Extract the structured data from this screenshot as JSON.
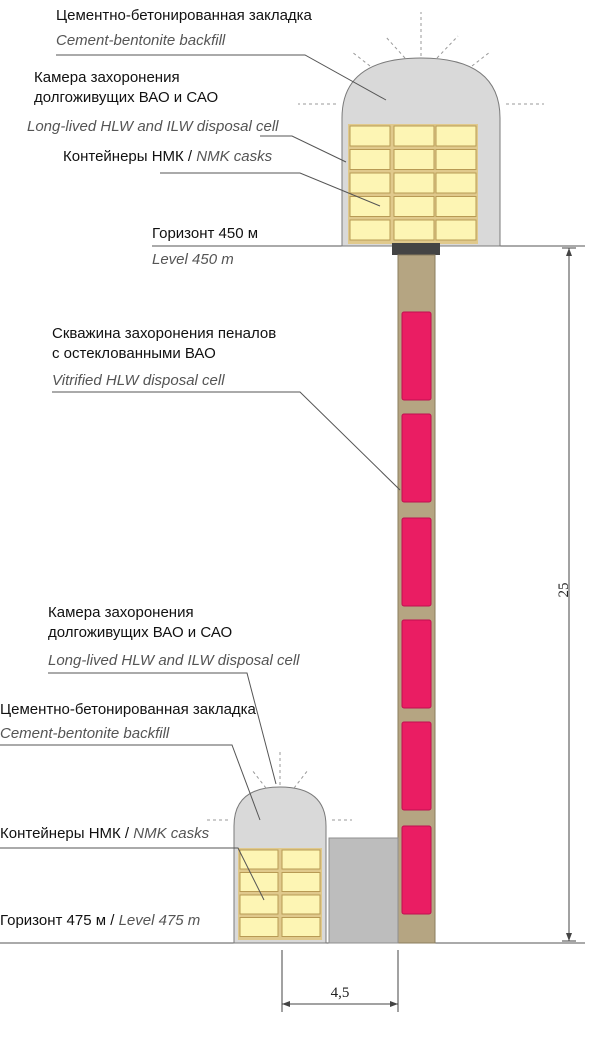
{
  "colors": {
    "chamber_fill": "#d9d9d9",
    "chamber_stroke": "#7a7a7a",
    "cask_fill": "#fdf5b4",
    "cask_stroke": "#b89a54",
    "shaft_fill": "#b5a582",
    "canister_fill": "#ea1d63",
    "plug_fill": "#444444",
    "leader": "#555555"
  },
  "labels": {
    "top_backfill_ru": "Цементно-бетонированная закладка",
    "top_backfill_en": "Cement-bentonite backfill",
    "top_cell_ru_1": "Камера захоронения",
    "top_cell_ru_2": "долгоживущих ВАО и САО",
    "top_cell_en": "Long-lived HLW and ILW disposal cell",
    "top_casks_ru": "Контейнеры  НМК / ",
    "top_casks_en": "NMK casks",
    "level450_ru": "Горизонт 450 м",
    "level450_en": "Level 450 m",
    "borehole_ru_1": "Скважина захоронения пеналов",
    "borehole_ru_2": "с остеклованными ВАО",
    "borehole_en": "Vitrified HLW disposal cell",
    "bot_cell_ru_1": "Камера захоронения",
    "bot_cell_ru_2": "долгоживущих ВАО и САО",
    "bot_cell_en": "Long-lived HLW and ILW disposal cell",
    "bot_backfill_ru": "Цементно-бетонированная закладка",
    "bot_backfill_en": "Cement-bentonite backfill",
    "bot_casks_ru": "Контейнеры НМК / ",
    "bot_casks_en": "NMK casks",
    "level475_ru": "Горизонт 475 м / ",
    "level475_en": "Level 475 m"
  },
  "dimensions": {
    "height": "25",
    "width": "4,5"
  }
}
